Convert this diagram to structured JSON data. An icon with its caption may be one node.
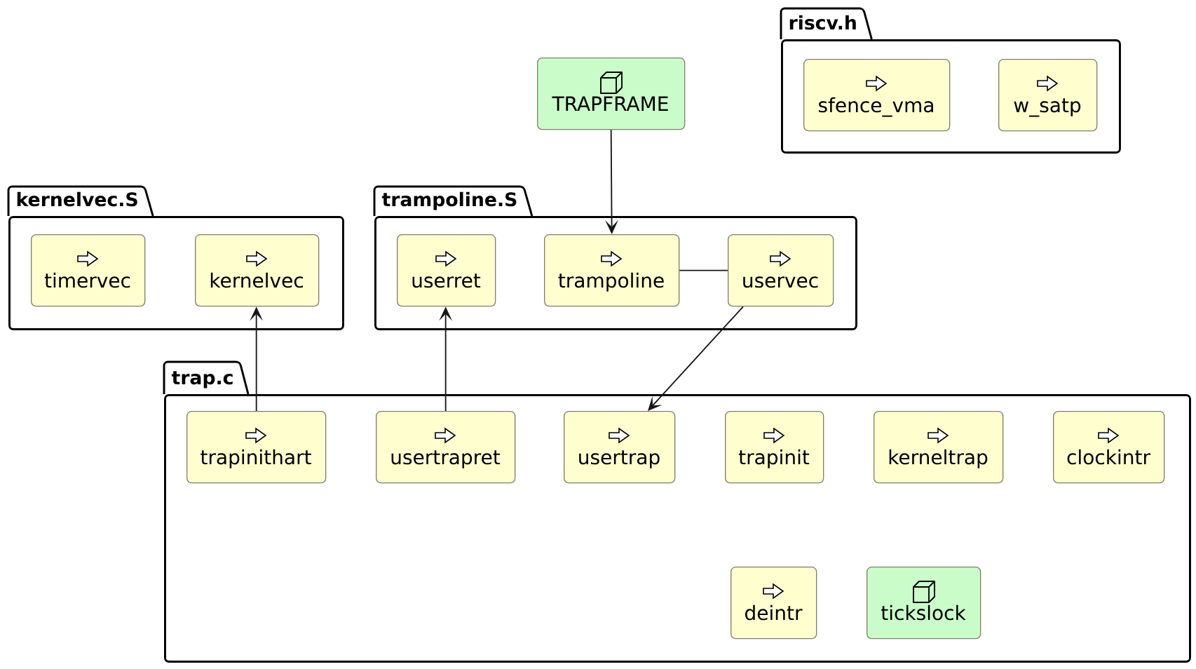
{
  "diagram": {
    "nodes": [
      {
        "text": [
          "riscv.h"
        ]
      },
      {
        "text": [
          "sfence_vma"
        ],
        "in": 0
      },
      {
        "text": [
          "w_satp"
        ],
        "in": 0
      },
      {
        "text": [
          "TRAPFRAME"
        ]
      },
      {
        "text": [
          "kernelvec.S"
        ]
      },
      {
        "text": [
          "timervec"
        ],
        "in": 4
      },
      {
        "text": [
          "kernelvec"
        ],
        "in": 4
      },
      {
        "text": [
          "trampoline.S"
        ]
      },
      {
        "text": [
          "userret"
        ],
        "in": 7
      },
      {
        "text": [
          "trampoline"
        ],
        "in": 7
      },
      {
        "text": [
          "uservec"
        ],
        "in": 7
      },
      {
        "text": [
          "trap.c"
        ]
      },
      {
        "text": [
          "trapinithart"
        ],
        "in": 11
      },
      {
        "text": [
          "usertrapret"
        ],
        "in": 11
      },
      {
        "text": [
          "usertrap"
        ],
        "in": 11
      },
      {
        "text": [
          "trapinit"
        ],
        "in": 11
      },
      {
        "text": [
          "kerneltrap"
        ],
        "in": 11
      },
      {
        "text": [
          "clockintr"
        ],
        "in": 11
      },
      {
        "text": [
          "deintr"
        ],
        "in": 11
      },
      {
        "text": [
          "tickslock"
        ],
        "in": 11
      }
    ],
    "edges": [
      {
        "from": 3,
        "to": 9,
        "arrow": "to"
      },
      {
        "from": 9,
        "to": 10,
        "arrow": "none"
      },
      {
        "from": 10,
        "to": 14,
        "arrow": "to"
      },
      {
        "from": 13,
        "to": 8,
        "arrow": "to"
      },
      {
        "from": 12,
        "to": 6,
        "arrow": "to"
      }
    ]
  }
}
